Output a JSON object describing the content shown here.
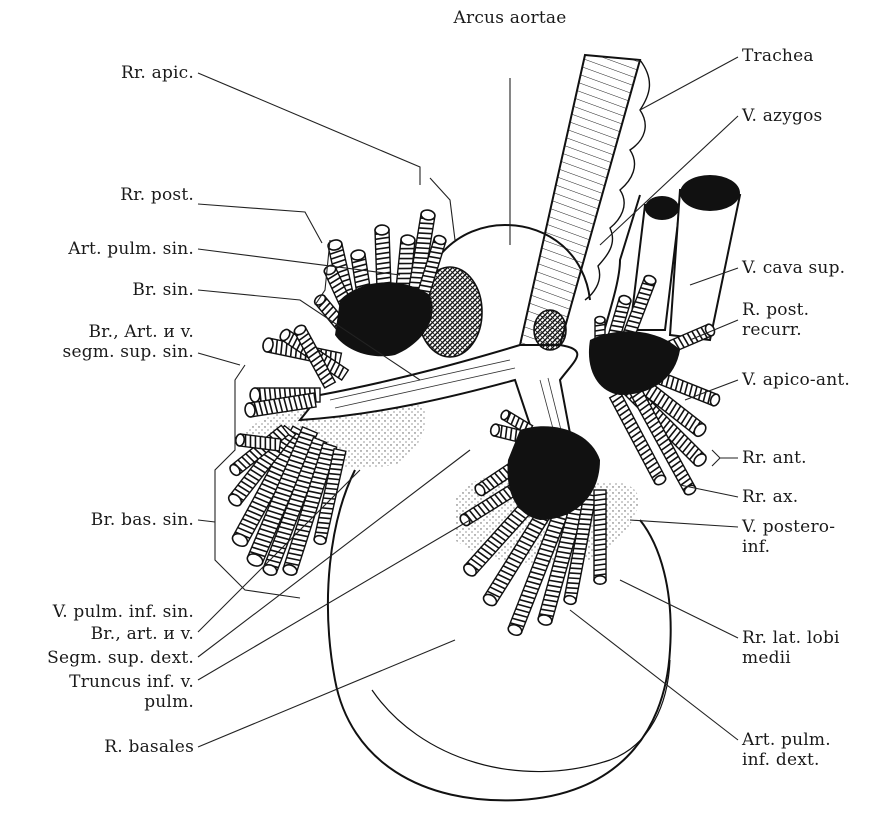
{
  "title": "Arcus aortae",
  "labels_left": [
    {
      "id": "rr-apic",
      "lines": [
        "Rr. apic."
      ]
    },
    {
      "id": "rr-post",
      "lines": [
        "Rr. post."
      ]
    },
    {
      "id": "art-pulm-sin",
      "lines": [
        "Art. pulm. sin."
      ]
    },
    {
      "id": "br-sin",
      "lines": [
        "Br. sin."
      ]
    },
    {
      "id": "br-art-v-segm-sup-sin",
      "lines": [
        "Br., Art. и v.",
        "segm. sup. sin."
      ]
    },
    {
      "id": "br-bas-sin",
      "lines": [
        "Br. bas. sin."
      ]
    },
    {
      "id": "v-pulm-inf-sin",
      "lines": [
        "V. pulm. inf. sin."
      ]
    },
    {
      "id": "br-art-v",
      "lines": [
        "Br., art. и v."
      ]
    },
    {
      "id": "segm-sup-dext",
      "lines": [
        "Segm. sup. dext."
      ]
    },
    {
      "id": "truncus-inf-v-pulm",
      "lines": [
        "Truncus inf. v.",
        "pulm."
      ]
    },
    {
      "id": "r-basales",
      "lines": [
        "R. basales"
      ]
    }
  ],
  "labels_right": [
    {
      "id": "trachea",
      "lines": [
        "Trachea"
      ]
    },
    {
      "id": "v-azygos",
      "lines": [
        "V. azygos"
      ]
    },
    {
      "id": "v-cava-sup",
      "lines": [
        "V. cava sup."
      ]
    },
    {
      "id": "r-post-recurr",
      "lines": [
        "R. post.",
        "recurr."
      ]
    },
    {
      "id": "v-apico-ant",
      "lines": [
        "V. apico-ant."
      ]
    },
    {
      "id": "rr-ant",
      "lines": [
        "Rr. ant."
      ]
    },
    {
      "id": "rr-ax",
      "lines": [
        "Rr. ax."
      ]
    },
    {
      "id": "v-postero-inf",
      "lines": [
        "V. postero-",
        "inf."
      ]
    },
    {
      "id": "rr-lat-lobi-medii",
      "lines": [
        "Rr. lat. lobi",
        "medii"
      ]
    },
    {
      "id": "art-pulm-inf-dext",
      "lines": [
        "Art. pulm.",
        "inf. dext."
      ]
    }
  ],
  "colors": {
    "ink": "#111111",
    "paper": "#ffffff",
    "stipple": "#555555"
  }
}
